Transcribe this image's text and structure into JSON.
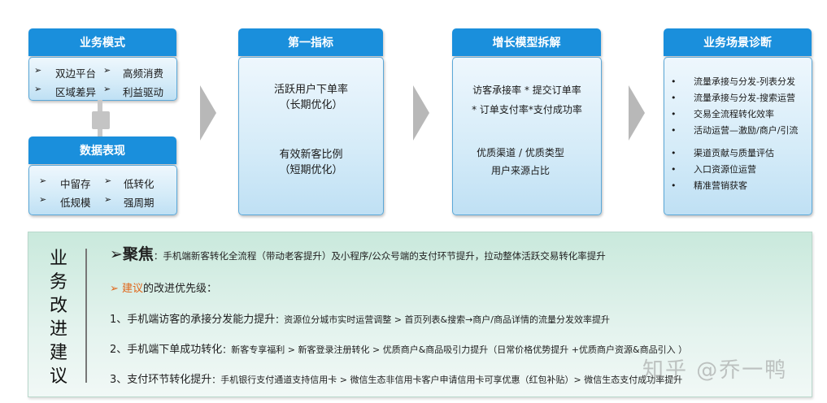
{
  "top_row": {
    "business_model": {
      "title": "业务模式",
      "items": [
        "双边平台",
        "高频消费",
        "区域差异",
        "利益驱动"
      ]
    },
    "data_performance": {
      "title": "数据表现",
      "items": [
        "中留存",
        "低转化",
        "低规模",
        "强周期"
      ]
    },
    "first_metric": {
      "title": "第一指标",
      "block1_line1": "活跃用户下单率",
      "block1_line2": "（长期优化）",
      "block2_line1": "有效新客比例",
      "block2_line2": "（短期优化）"
    },
    "growth_model": {
      "title": "增长模型拆解",
      "line1": "访客承接率 * 提交订单率",
      "line2": "* 订单支付率*支付成功率",
      "line3": "优质渠道 / 优质类型",
      "line4": "用户来源占比"
    },
    "scenario_diagnosis": {
      "title": "业务场景诊断",
      "items": [
        "流量承接与分发-列表分发",
        "流量承接与分发-搜索运营",
        "交易全流程转化效率",
        "活动运营—激励/商户/引流",
        "渠道贡献与质量评估",
        "入口资源位运营",
        "精准营销获客"
      ]
    },
    "bullet_glyph": "➢",
    "dot_glyph": "•"
  },
  "bottom": {
    "side_title": [
      "业",
      "务",
      "改",
      "进",
      "建",
      "议"
    ],
    "focus_label": "➢聚焦",
    "focus_text": "：手机端新客转化全流程（带动老客提升）及小程序/公众号端的支付环节提升，拉动整体活跃交易转化率提升",
    "suggest_arrow": "➢ ",
    "suggest_highlight": "建议",
    "suggest_rest": "的改进优先级：",
    "items": [
      {
        "head": "1、手机端访客的承接分发能力提升",
        "body": "：资源位分城市实时运营调整  > 首页列表&搜索→商户/商品详情的流量分发效率提升"
      },
      {
        "head": "2、手机端下单成功转化",
        "body": "：新客专享福利 > 新客登录注册转化 > 优质商户&商品吸引力提升（日常价格优势提升 +优质商户资源&商品引入 ）"
      },
      {
        "head": "3、支付环节转化提升",
        "body": "：手机银行支付通道支持信用卡 > 微信生态非信用卡客户申请信用卡可享优惠（红包补贴）> 微信生态支付成功率提升"
      }
    ]
  },
  "watermark": "知乎 @乔一鸭",
  "colors": {
    "header_blue": "#1a8fdc",
    "accent_orange": "#e0661a",
    "arrow_gray": "#b8b8b8"
  }
}
